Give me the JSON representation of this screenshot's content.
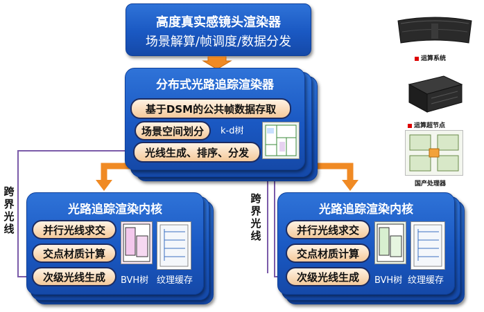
{
  "top_box": {
    "title": "高度真实感镜头渲染器",
    "subtitle": "场景解算/帧调度/数据分发"
  },
  "distributed": {
    "title": "分布式光路追踪渲染器",
    "items": [
      "基于DSM的公共帧数据存取",
      "场景空间划分",
      "光线生成、排序、分发"
    ],
    "kd_label": "k-d树"
  },
  "kernel_left": {
    "title": "光路追踪渲染内核",
    "items": [
      "并行光线求交",
      "交点材质计算",
      "次级光线生成"
    ],
    "bvh_label": "BVH树",
    "texture_label": "纹理缓存"
  },
  "kernel_right": {
    "title": "光路追踪渲染内核",
    "items": [
      "并行光线求交",
      "交点材质计算",
      "次级光线生成"
    ],
    "bvh_label": "BVH树",
    "texture_label": "纹理缓存"
  },
  "cross_labels": {
    "left": "跨界光线",
    "middle": "跨界光线"
  },
  "hardware": {
    "system_caption": "运算系统",
    "node_caption": "运算超节点",
    "processor_caption": "国产处理器"
  },
  "colors": {
    "box_blue": "#1a58c2",
    "pill_fill": "#f4c99a",
    "arrow_orange": "#f08a24",
    "line_purple": "#7a5aa8"
  }
}
